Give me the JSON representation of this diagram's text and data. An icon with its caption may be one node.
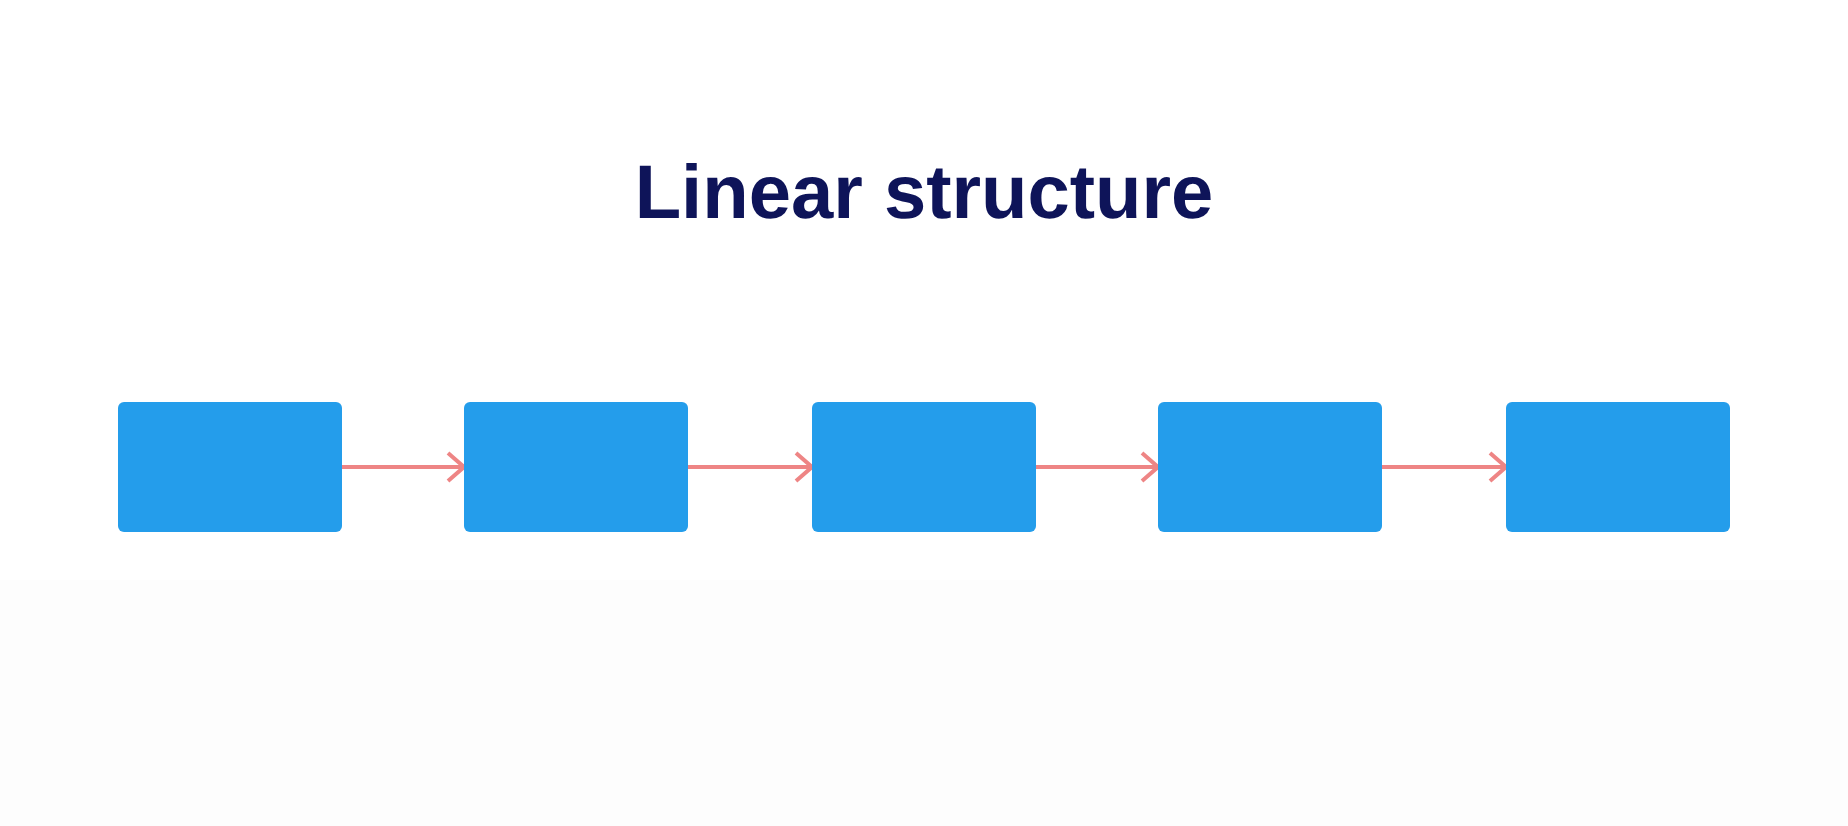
{
  "diagram": {
    "title": "Linear structure",
    "nodes": [
      {
        "text": [],
        "shape": "box"
      },
      {
        "text": [],
        "shape": "box"
      },
      {
        "text": [],
        "shape": "box"
      },
      {
        "text": [],
        "shape": "box"
      },
      {
        "text": [],
        "shape": "box"
      }
    ],
    "edges": [
      {
        "from": 0,
        "to": 1,
        "arrow": "to"
      },
      {
        "from": 1,
        "to": 2,
        "arrow": "to"
      },
      {
        "from": 2,
        "to": 3,
        "arrow": "to"
      },
      {
        "from": 3,
        "to": 4,
        "arrow": "to"
      }
    ]
  }
}
